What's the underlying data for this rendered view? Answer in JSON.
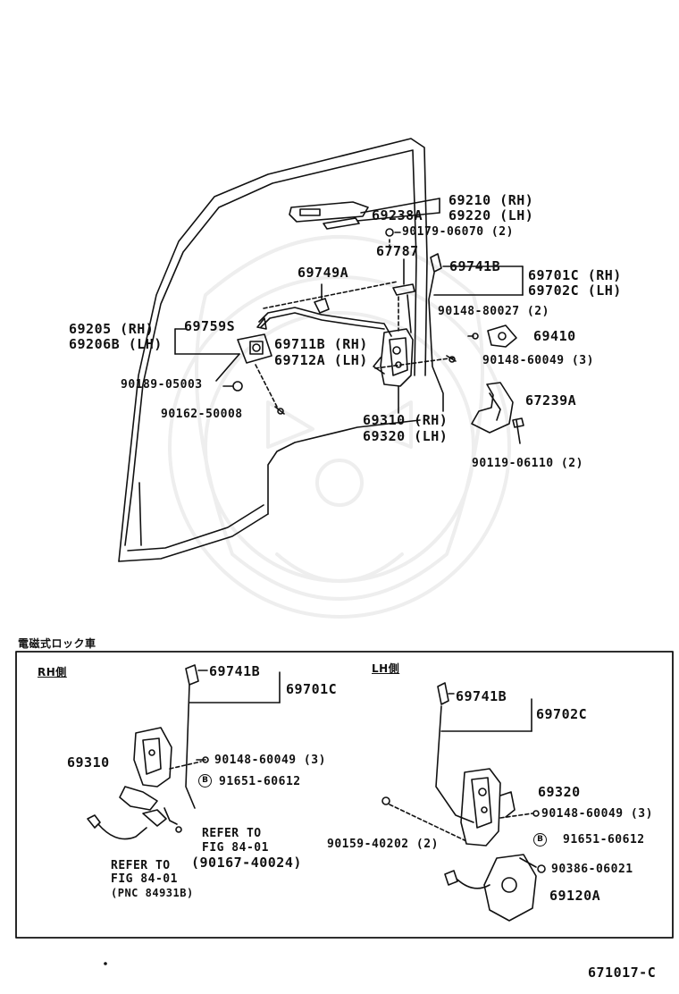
{
  "main": {
    "labels": {
      "p69210": "69210 (RH)",
      "p69220": "69220 (LH)",
      "p69238A": "69238A",
      "p90179": "90179-06070 (2)",
      "p67787": "67787",
      "p69749A": "69749A",
      "p69741B": "69741B",
      "p69701C": "69701C (RH)",
      "p69702C": "69702C (LH)",
      "p90148_80027": "90148-80027 (2)",
      "p69205": "69205  (RH)",
      "p69206B": "69206B (LH)",
      "p69759S": "69759S",
      "p69711B": "69711B (RH)",
      "p69712A": "69712A (LH)",
      "p69410": "69410",
      "p90148_60049": "90148-60049 (3)",
      "p90189": "90189-05003",
      "p67239A": "67239A",
      "p90162": "90162-50008",
      "p69310": "69310 (RH)",
      "p69320": "69320 (LH)",
      "p90119": "90119-06110 (2)"
    }
  },
  "inset": {
    "title": "電磁式ロック車",
    "rh": {
      "side_label": "RH側",
      "p69741B": "69741B",
      "p69701C": "69701C",
      "p69310": "69310",
      "p90148": "90148-60049 (3)",
      "mark": "B",
      "p91651": "91651-60612",
      "refer1_line1": "REFER TO",
      "refer1_line2": "FIG 84-01",
      "refer1_line3": "(90167-40024)",
      "refer2_line1": "REFER TO",
      "refer2_line2": "FIG 84-01",
      "refer2_line3": "(PNC 84931B)"
    },
    "lh": {
      "side_label": "LH側",
      "p69741B": "69741B",
      "p69702C": "69702C",
      "p69320": "69320",
      "p90148": "90148-60049 (3)",
      "mark": "B",
      "p91651": "91651-60612",
      "p90159": "90159-40202 (2)",
      "p90386": "90386-06021",
      "p69120A": "69120A"
    }
  },
  "figure_number": "671017-C"
}
